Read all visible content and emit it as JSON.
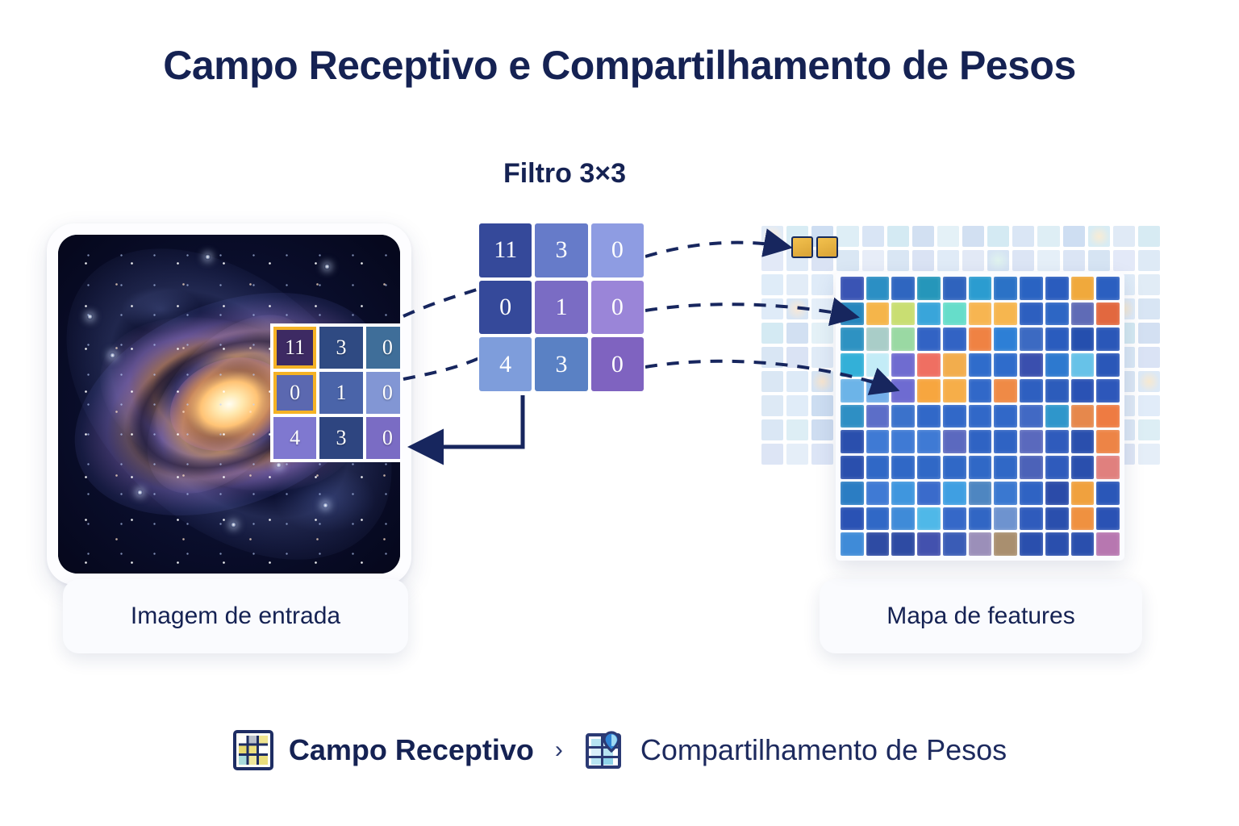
{
  "page": {
    "title": "Campo Receptivo e Compartilhamento de Pesos",
    "background": "#ffffff",
    "accent_navy": "#152253",
    "accent_amber": "#f5b225"
  },
  "input_panel": {
    "label": "Imagem de entrada",
    "image_subject": "spiral-galaxy",
    "receptive_field": {
      "rows": 3,
      "cols": 3,
      "values": [
        [
          11,
          3,
          0
        ],
        [
          0,
          1,
          0
        ],
        [
          4,
          3,
          0
        ]
      ],
      "cell_colors": [
        [
          "#3d2a63",
          "#2f4a82",
          "#3f6e99"
        ],
        [
          "#5b68b0",
          "#4a64a9",
          "#8296d4"
        ],
        [
          "#7f78d0",
          "#2e4580",
          "#7a6cc4"
        ]
      ],
      "highlighted_cells": [
        [
          0,
          0
        ],
        [
          1,
          0
        ]
      ],
      "highlight_color": "#f5b225"
    }
  },
  "filter_panel": {
    "title": "Filtro 3×3",
    "rows": 3,
    "cols": 3,
    "values": [
      [
        11,
        3,
        0
      ],
      [
        0,
        1,
        0
      ],
      [
        4,
        3,
        0
      ]
    ],
    "cell_colors": [
      [
        "#35499a",
        "#667bc9",
        "#8e9ce2"
      ],
      [
        "#35499a",
        "#7a6cc4",
        "#9a85d8"
      ],
      [
        "#7e9ddb",
        "#5a81c4",
        "#7f63c0"
      ]
    ]
  },
  "feature_map_panel": {
    "label": "Mapa de features",
    "rows": 11,
    "cols": 11,
    "cell_colors": [
      [
        "#3a54b4",
        "#2b8fc4",
        "#2f66c0",
        "#2596ba",
        "#2f63bd",
        "#2b9cd0",
        "#2b72c6",
        "#2a63c2",
        "#2a5cbe",
        "#f0a93c",
        "#2b5fc0"
      ],
      [
        "#2686bd",
        "#f5b54a",
        "#c9de72",
        "#39a5da",
        "#66ddca",
        "#f7b551",
        "#f6b64f",
        "#2d5fbf",
        "#2d66c4",
        "#5f6bb6",
        "#e2683f"
      ],
      [
        "#2e92c2",
        "#a9cdc8",
        "#9ad9a3",
        "#3263c4",
        "#3263c4",
        "#ef8243",
        "#2d7fd6",
        "#3c6ac2",
        "#2a5cbe",
        "#254fae",
        "#2a57b8"
      ],
      [
        "#33b0d8",
        "#c3ecf7",
        "#6f6cd0",
        "#ef6f62",
        "#f2ad4d",
        "#2f6ccb",
        "#2f6ccb",
        "#3a4fae",
        "#2d79cf",
        "#67c2e8",
        "#2a57b8"
      ],
      [
        "#6cb4e8",
        "#73aee9",
        "#6e6bd1",
        "#f7a63f",
        "#f6ae49",
        "#3168c8",
        "#ef8a46",
        "#2e5fc0",
        "#2c5cbb",
        "#2a52b4",
        "#2d57ba"
      ],
      [
        "#2e8fc4",
        "#5c6ec8",
        "#3b72cb",
        "#3168c8",
        "#3168c8",
        "#3168c8",
        "#3168c8",
        "#4169c4",
        "#2f96cb",
        "#e6884c",
        "#ee7b42"
      ],
      [
        "#2a4fad",
        "#3f7ad4",
        "#3f7ad4",
        "#3f7ad4",
        "#5b69bf",
        "#2f63c3",
        "#2f63c3",
        "#5a69bd",
        "#2f5bbc",
        "#2a4fad",
        "#ed8446"
      ],
      [
        "#2a4fad",
        "#3068c6",
        "#3068c6",
        "#3068c6",
        "#3068c6",
        "#3068c6",
        "#3068c6",
        "#4c62b8",
        "#2f5bbc",
        "#2a4fad",
        "#e0807e"
      ],
      [
        "#2b7dc3",
        "#3f7ad4",
        "#3f96de",
        "#3a6bcb",
        "#3f9fe2",
        "#4e86c1",
        "#3a78d0",
        "#2f63c3",
        "#2b4ba8",
        "#f0a13e",
        "#2a57b8"
      ],
      [
        "#2a52b4",
        "#3068c6",
        "#3f8bd8",
        "#4fb8e8",
        "#3568c8",
        "#3166c4",
        "#6e93cf",
        "#2f5bbc",
        "#2a4fad",
        "#ef9140",
        "#2a52b4"
      ],
      [
        "#3f8bd8",
        "#2e4ba3",
        "#2e4ba3",
        "#4351ae",
        "#3a5cb6",
        "#9b8fb9",
        "#a98f6f",
        "#2a4fad",
        "#2a4fad",
        "#2a4fad",
        "#b777b0"
      ]
    ],
    "highlighted_cells": {
      "count": 2,
      "color": "#e8b43f",
      "border": "#162a5c"
    }
  },
  "connectors": {
    "dashed_arrow_count": 3,
    "solid_elbow_count": 1,
    "color": "#17265e"
  },
  "breadcrumb": {
    "separator": "›",
    "items": [
      {
        "label": "Campo Receptivo",
        "icon": "grid-3x3-icon",
        "active": true
      },
      {
        "label": "Compartilhamento de Pesos",
        "icon": "grid-shield-icon",
        "active": false
      }
    ]
  }
}
